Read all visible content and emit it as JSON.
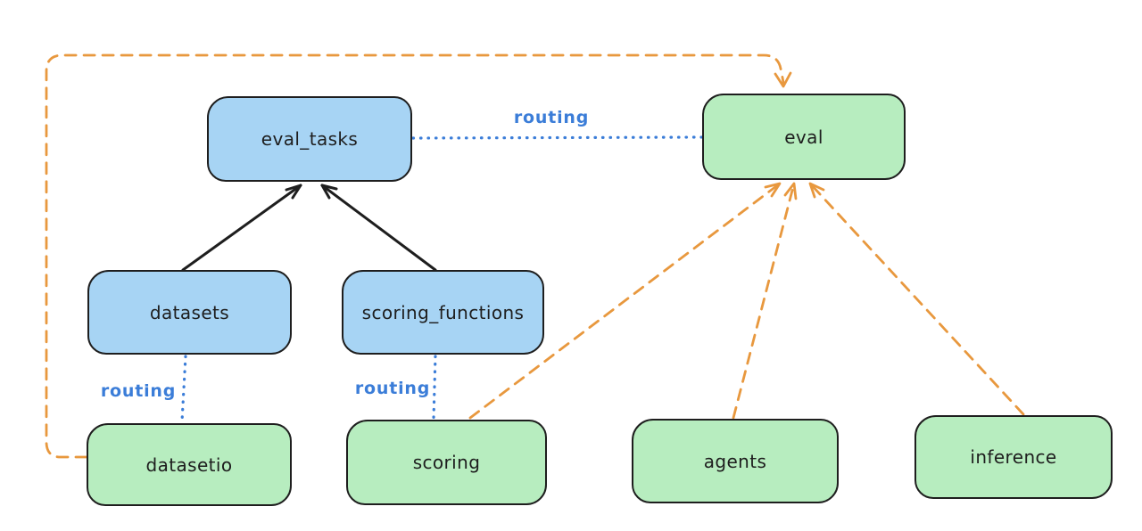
{
  "diagram": {
    "nodes": {
      "eval_tasks": {
        "label": "eval_tasks",
        "fill": "blue"
      },
      "eval": {
        "label": "eval",
        "fill": "green"
      },
      "datasets": {
        "label": "datasets",
        "fill": "blue"
      },
      "scoring_functions": {
        "label": "scoring_functions",
        "fill": "blue"
      },
      "datasetio": {
        "label": "datasetio",
        "fill": "green"
      },
      "scoring": {
        "label": "scoring",
        "fill": "green"
      },
      "agents": {
        "label": "agents",
        "fill": "green"
      },
      "inference": {
        "label": "inference",
        "fill": "green"
      }
    },
    "edge_labels": {
      "eval_tasks_to_eval": "routing",
      "datasets_to_datasetio": "routing",
      "scoring_functions_to_scoring": "routing"
    },
    "edges": [
      {
        "from": "datasets",
        "to": "eval_tasks",
        "style": "solid",
        "color": "black",
        "arrow": true,
        "label": ""
      },
      {
        "from": "scoring_functions",
        "to": "eval_tasks",
        "style": "solid",
        "color": "black",
        "arrow": true,
        "label": ""
      },
      {
        "from": "eval_tasks",
        "to": "eval",
        "style": "dotted",
        "color": "blue",
        "arrow": false,
        "label": "routing"
      },
      {
        "from": "datasets",
        "to": "datasetio",
        "style": "dotted",
        "color": "blue",
        "arrow": false,
        "label": "routing"
      },
      {
        "from": "scoring_functions",
        "to": "scoring",
        "style": "dotted",
        "color": "blue",
        "arrow": false,
        "label": "routing"
      },
      {
        "from": "datasetio",
        "to": "eval",
        "style": "dashed",
        "color": "orange",
        "arrow": true,
        "label": "",
        "route": "around-left-and-top"
      },
      {
        "from": "scoring",
        "to": "eval",
        "style": "dashed",
        "color": "orange",
        "arrow": true,
        "label": ""
      },
      {
        "from": "agents",
        "to": "eval",
        "style": "dashed",
        "color": "orange",
        "arrow": true,
        "label": ""
      },
      {
        "from": "inference",
        "to": "eval",
        "style": "dashed",
        "color": "orange",
        "arrow": true,
        "label": ""
      }
    ],
    "colors": {
      "background": "#ffffff",
      "blue_fill": "#a7d4f4",
      "green_fill": "#b7edbf",
      "stroke": "#1e1e1e",
      "orange_connector": "#e8983e",
      "blue_connector": "#3b7dd8"
    }
  }
}
